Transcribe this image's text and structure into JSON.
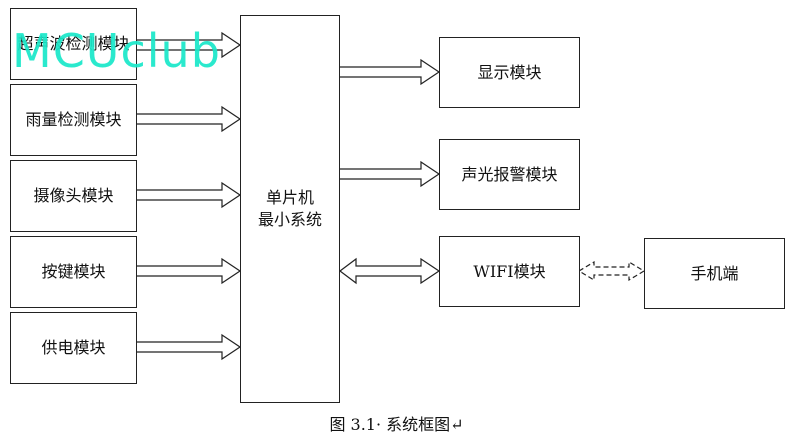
{
  "left_modules": [
    {
      "label": "超声波检测模块"
    },
    {
      "label": "雨量检测模块"
    },
    {
      "label": "摄像头模块"
    },
    {
      "label": "按键模块"
    },
    {
      "label": "供电模块"
    }
  ],
  "mcu": {
    "line1": "单片机",
    "line2": "最小系统"
  },
  "right_modules": [
    {
      "label": "显示模块"
    },
    {
      "label": "声光报警模块"
    },
    {
      "label": "WIFI模块"
    }
  ],
  "phone": {
    "label": "手机端"
  },
  "caption": "图 3.1· 系统框图↵",
  "watermark": "MCUclub"
}
